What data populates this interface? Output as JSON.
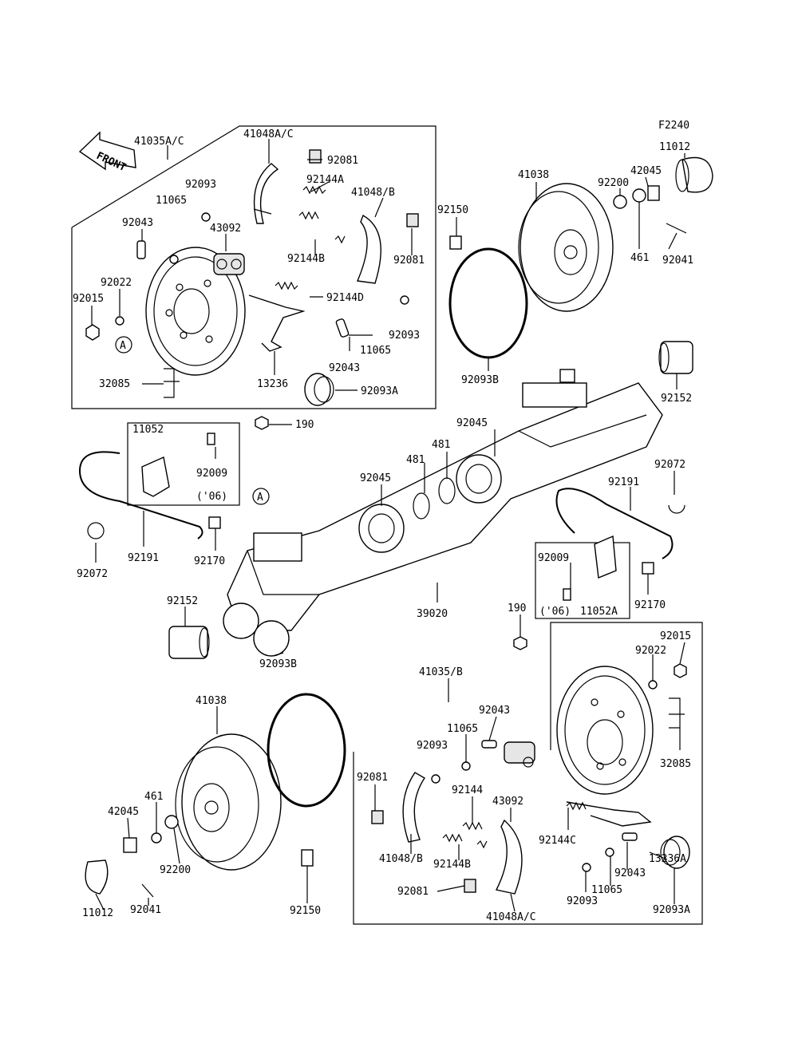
{
  "diagram": {
    "code": "F2240",
    "front_label": "FRONT",
    "callouts": {
      "c41035ac": "41035A/C",
      "c41048ac_top": "41048A/C",
      "c92081_top1": "92081",
      "c92093_top1": "92093",
      "c11065_top1": "11065",
      "c92144a": "92144A",
      "c41048b_top": "41048/B",
      "c92043_top1": "92043",
      "c43092_top": "43092",
      "c92144b_top": "92144B",
      "c92081_top2": "92081",
      "c92022_l": "92022",
      "c92015_l": "92015",
      "c92144d": "92144D",
      "c92093_top2": "92093",
      "c11065_top2": "11065",
      "c92043_top2": "92043",
      "c32085_l": "32085",
      "c13236": "13236",
      "c92093a_top": "92093A",
      "c190_top": "190",
      "c11052": "11052",
      "c92009_l": "92009",
      "c06_l": "('06)",
      "c92150_top": "92150",
      "c41038_top": "41038",
      "c92200_top": "92200",
      "c42045_top": "42045",
      "c11012_top": "11012",
      "c461_top": "461",
      "c92041_top": "92041",
      "c92093b_top": "92093B",
      "c92152_r": "92152",
      "c92045_r": "92045",
      "c481_a": "481",
      "c481_b": "481",
      "c92045_l": "92045",
      "c92072_r": "92072",
      "c92191_r": "92191",
      "c92072_l": "92072",
      "c92191_l": "92191",
      "c92170_l": "92170",
      "c92009_r": "92009",
      "c06_r": "('06)",
      "c11052a": "11052A",
      "c92170_r": "92170",
      "c92152_l": "92152",
      "c39020": "39020",
      "c190_r": "190",
      "c92093b_l": "92093B",
      "c92015_r": "92015",
      "c92022_r": "92022",
      "c41035b": "41035/B",
      "c41038_bot": "41038",
      "c92043_b1": "92043",
      "c11065_b1": "11065",
      "c92093_b1": "92093",
      "c32085_r": "32085",
      "c92081_b1": "92081",
      "c92144": "92144",
      "c43092_b": "43092",
      "c461_bot": "461",
      "c42045_bot": "42045",
      "c92144c": "92144C",
      "c13236a": "13236A",
      "c41048b_bot": "41048/B",
      "c92144b_bot": "92144B",
      "c92043_b2": "92043",
      "c92200_bot": "92200",
      "c92150_bot": "92150",
      "c92081_b2": "92081",
      "c92093_b2": "92093",
      "c11065_b2": "11065",
      "c11012_bot": "11012",
      "c92041_bot": "92041",
      "c41048ac_bot": "41048A/C",
      "c92093a_bot": "92093A",
      "c_a_top": "A",
      "c_a_mid": "A"
    }
  }
}
